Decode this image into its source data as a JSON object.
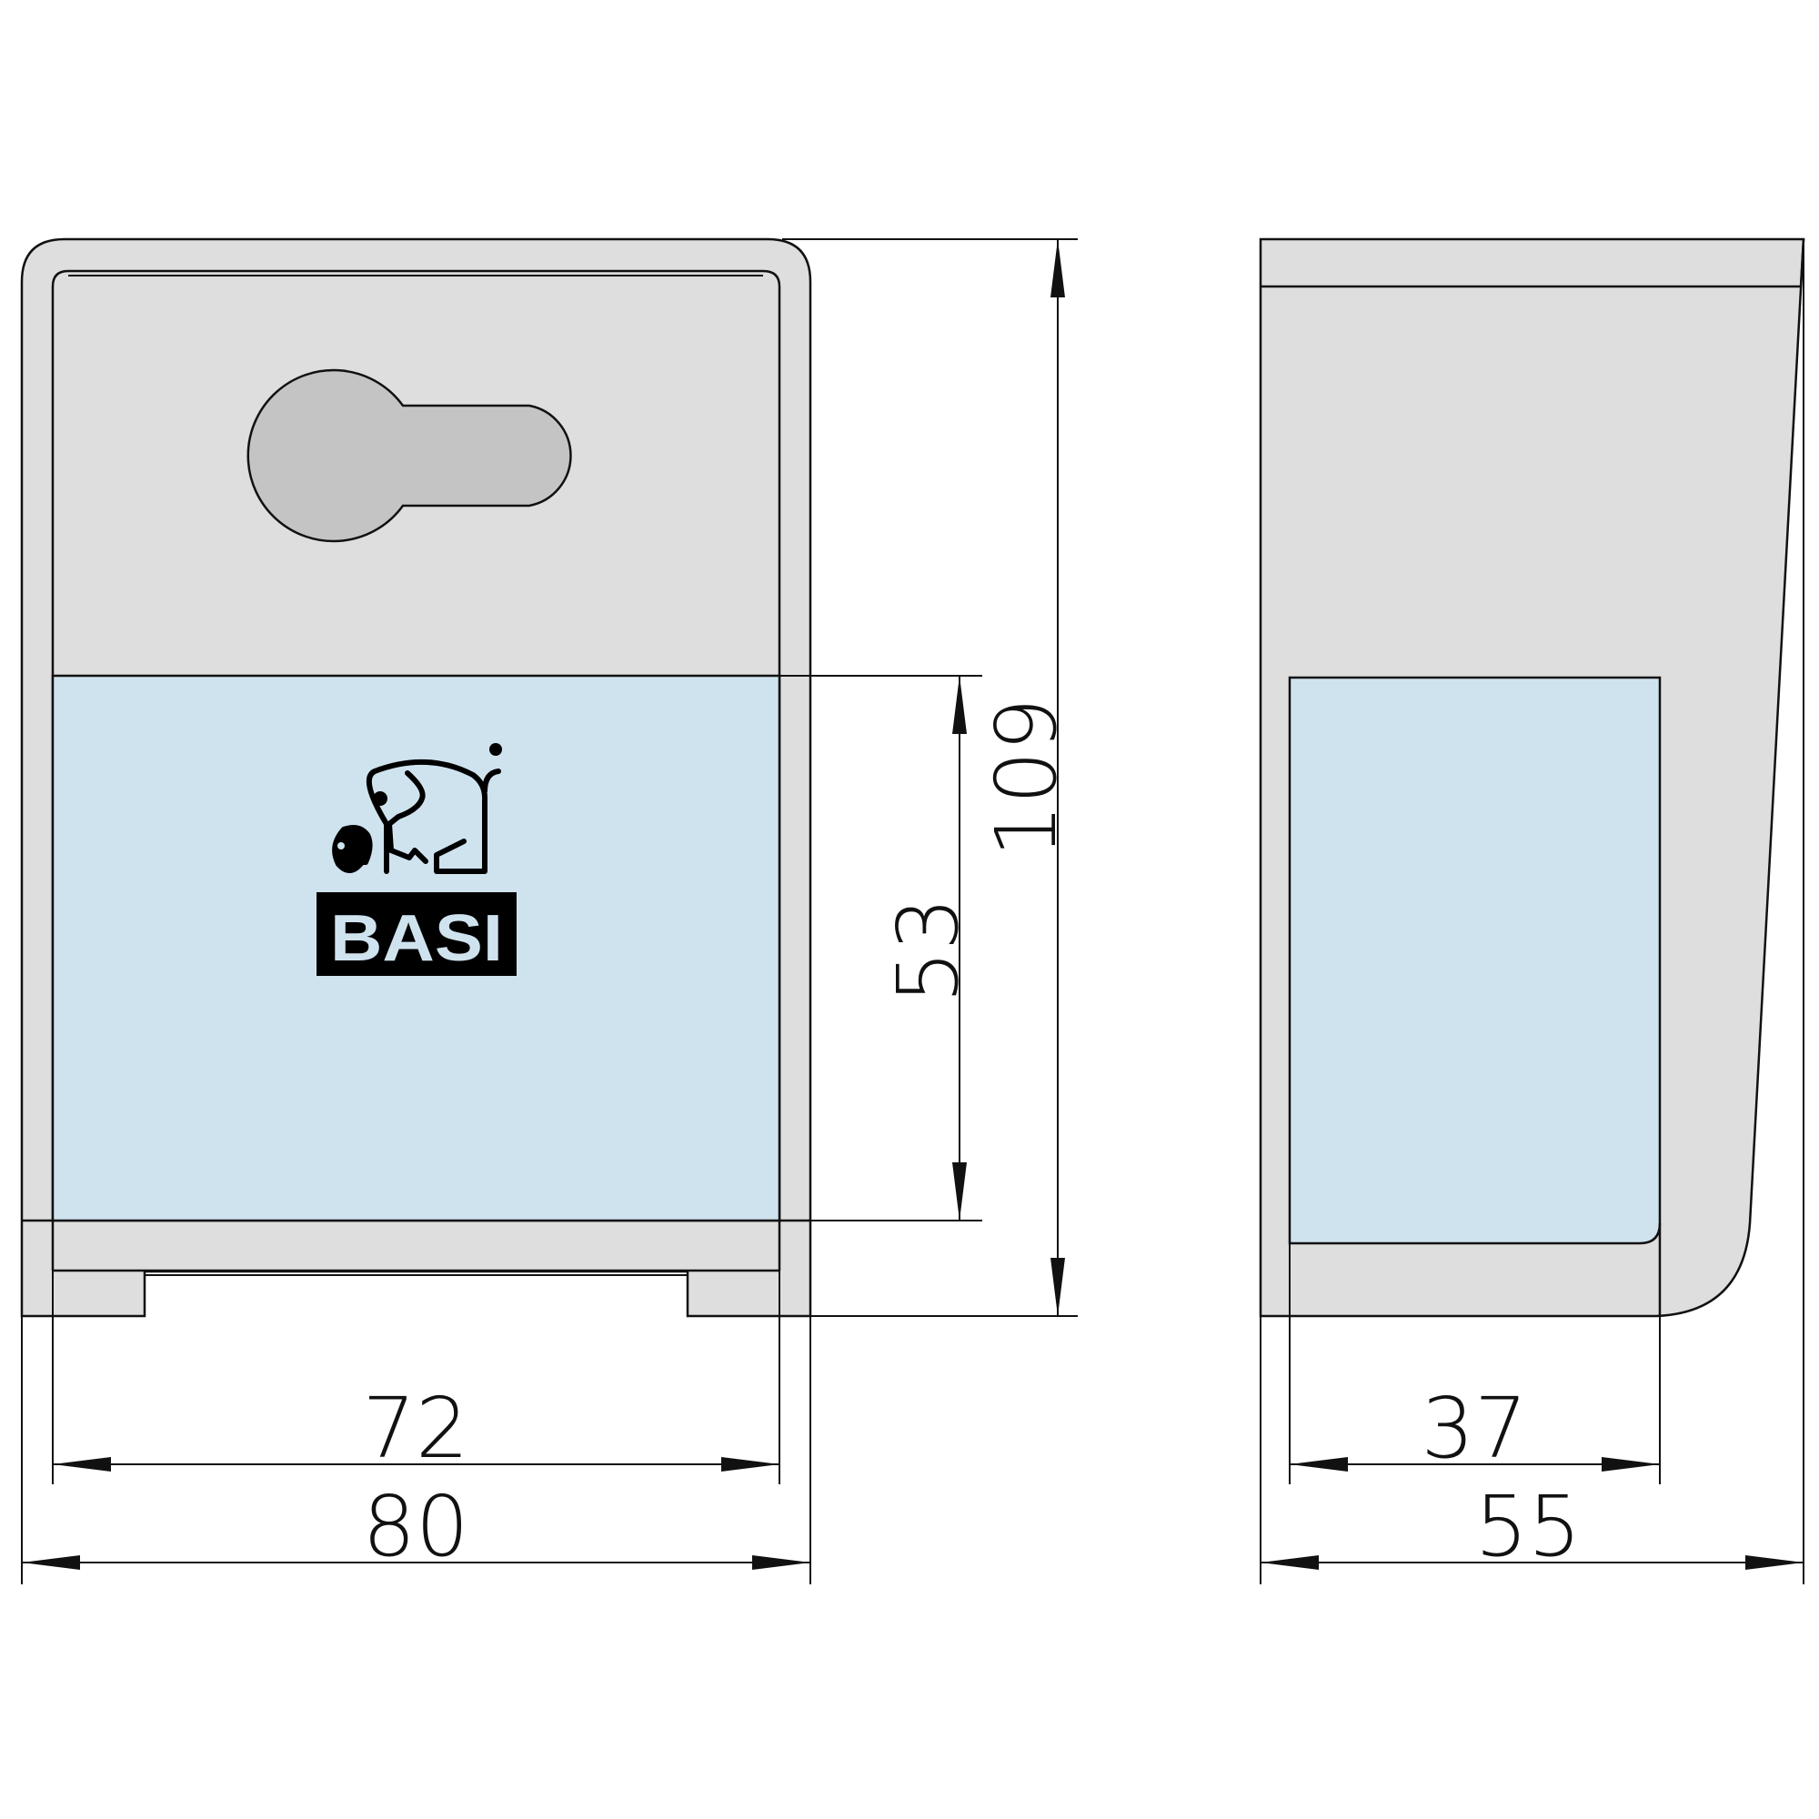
{
  "brand": {
    "logo_text": "BASI"
  },
  "colors": {
    "body_fill": "#dedede",
    "label_fill": "#cfe3ef",
    "keyhole_fill": "#c4c4c4",
    "line": "#111111",
    "logo_bg": "#000000"
  },
  "front_view": {
    "dims": {
      "overall_width": "80",
      "inner_width": "72",
      "height": "109",
      "label_height": "53"
    }
  },
  "side_view": {
    "dims": {
      "overall_depth": "55",
      "label_width": "37"
    }
  }
}
